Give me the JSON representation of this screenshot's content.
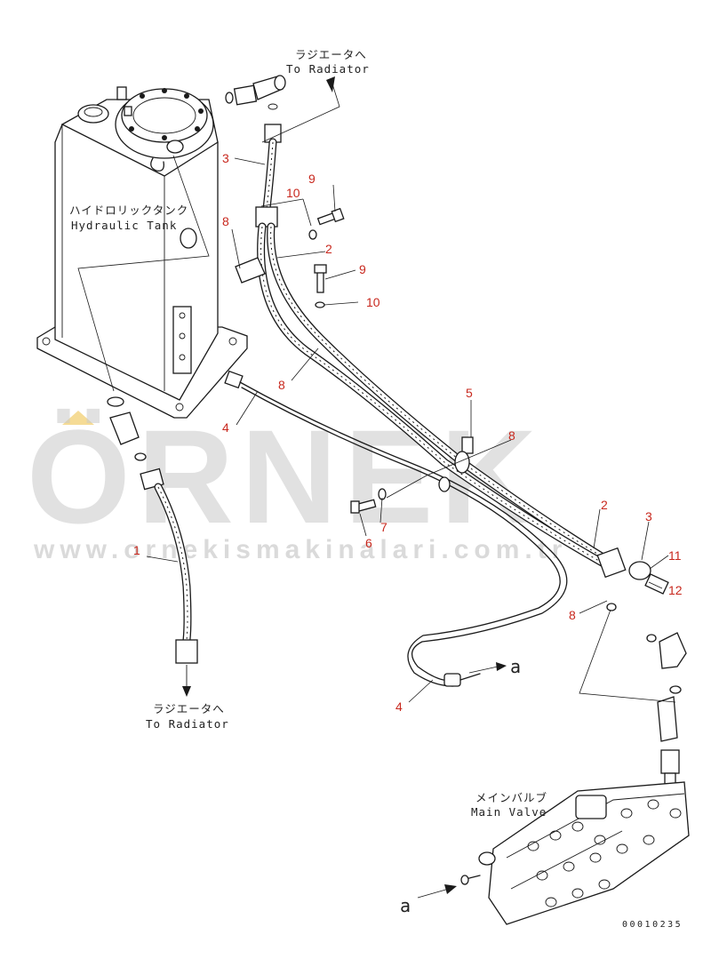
{
  "labels": {
    "to_radiator_top_jp": "ラジエータへ",
    "to_radiator_top_en": "To Radiator",
    "hydraulic_tank_jp": "ハイドロリックタンク",
    "hydraulic_tank_en": "Hydraulic Tank",
    "to_radiator_bottom_jp": "ラジエータへ",
    "to_radiator_bottom_en": "To Radiator",
    "main_valve_jp": "メインバルブ",
    "main_valve_en": "Main Valve",
    "arrow_a_right": "a",
    "arrow_a_left": "a"
  },
  "part_numbers": {
    "n3_top": "3",
    "n10_top": "10",
    "n9_top": "9",
    "n8_top": "8",
    "n2_top": "2",
    "n9_mid": "9",
    "n10_mid": "10",
    "n8_mid": "8",
    "n4_top": "4",
    "n5": "5",
    "n8_right": "8",
    "n7": "7",
    "n6": "6",
    "n1": "1",
    "n2_right": "2",
    "n3_right": "3",
    "n11": "11",
    "n12": "12",
    "n8_lower": "8",
    "n4_bottom": "4"
  },
  "watermark": {
    "brand": "ÖRNEK",
    "url": "www.ornekismakinalari.com.tr"
  },
  "drawing_code": "00010235",
  "colors": {
    "line": "#1a1a1a",
    "part_number": "#c8281e",
    "watermark": "#c9c9c9",
    "watermark_accent": "#f3d27a",
    "background": "#ffffff"
  }
}
